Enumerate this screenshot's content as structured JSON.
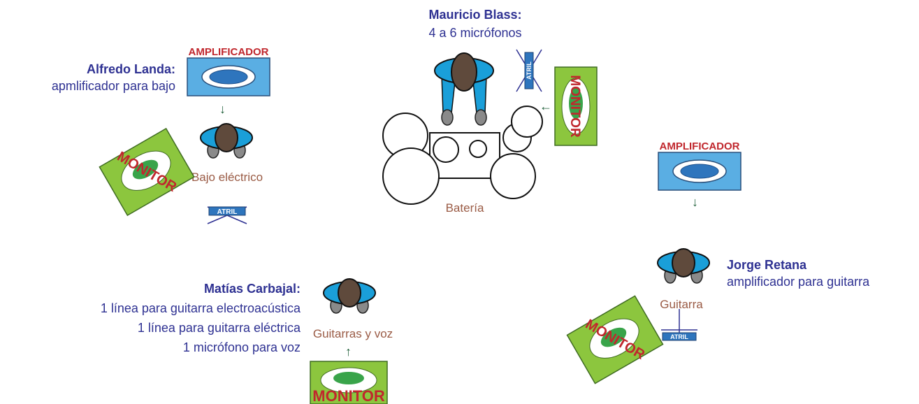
{
  "colors": {
    "name": "#2e3192",
    "instrument": "#9a5b45",
    "amp_fill": "#5aaee3",
    "amp_cone": "#2e75bd",
    "monitor_fill": "#8cc63e",
    "monitor_label": "#c0272d",
    "musician_body": "#1a9fd9",
    "head": "#5f4a3c",
    "arrow": "#1f5f3a"
  },
  "labels": {
    "amp": "AMPLIFICADOR",
    "monitor": "MONITOR",
    "atril": "ATRIL"
  },
  "musicians": {
    "alfredo": {
      "name": "Alfredo Landa:",
      "lines": [
        "apmlificador para bajo"
      ],
      "instrument": "Bajo eléctrico"
    },
    "mauricio": {
      "name": "Mauricio Blass:",
      "lines": [
        "4 a 6 micrófonos"
      ],
      "instrument": "Batería"
    },
    "jorge": {
      "name": "Jorge Retana",
      "lines": [
        "amplificador para guitarra"
      ],
      "instrument": "Guitarra"
    },
    "matias": {
      "name": "Matías Carbajal:",
      "lines": [
        "1 línea para guitarra electroacústica",
        "1 línea para guitarra eléctrica",
        "1 micrófono para voz"
      ],
      "instrument": "Guitarras y voz"
    }
  }
}
